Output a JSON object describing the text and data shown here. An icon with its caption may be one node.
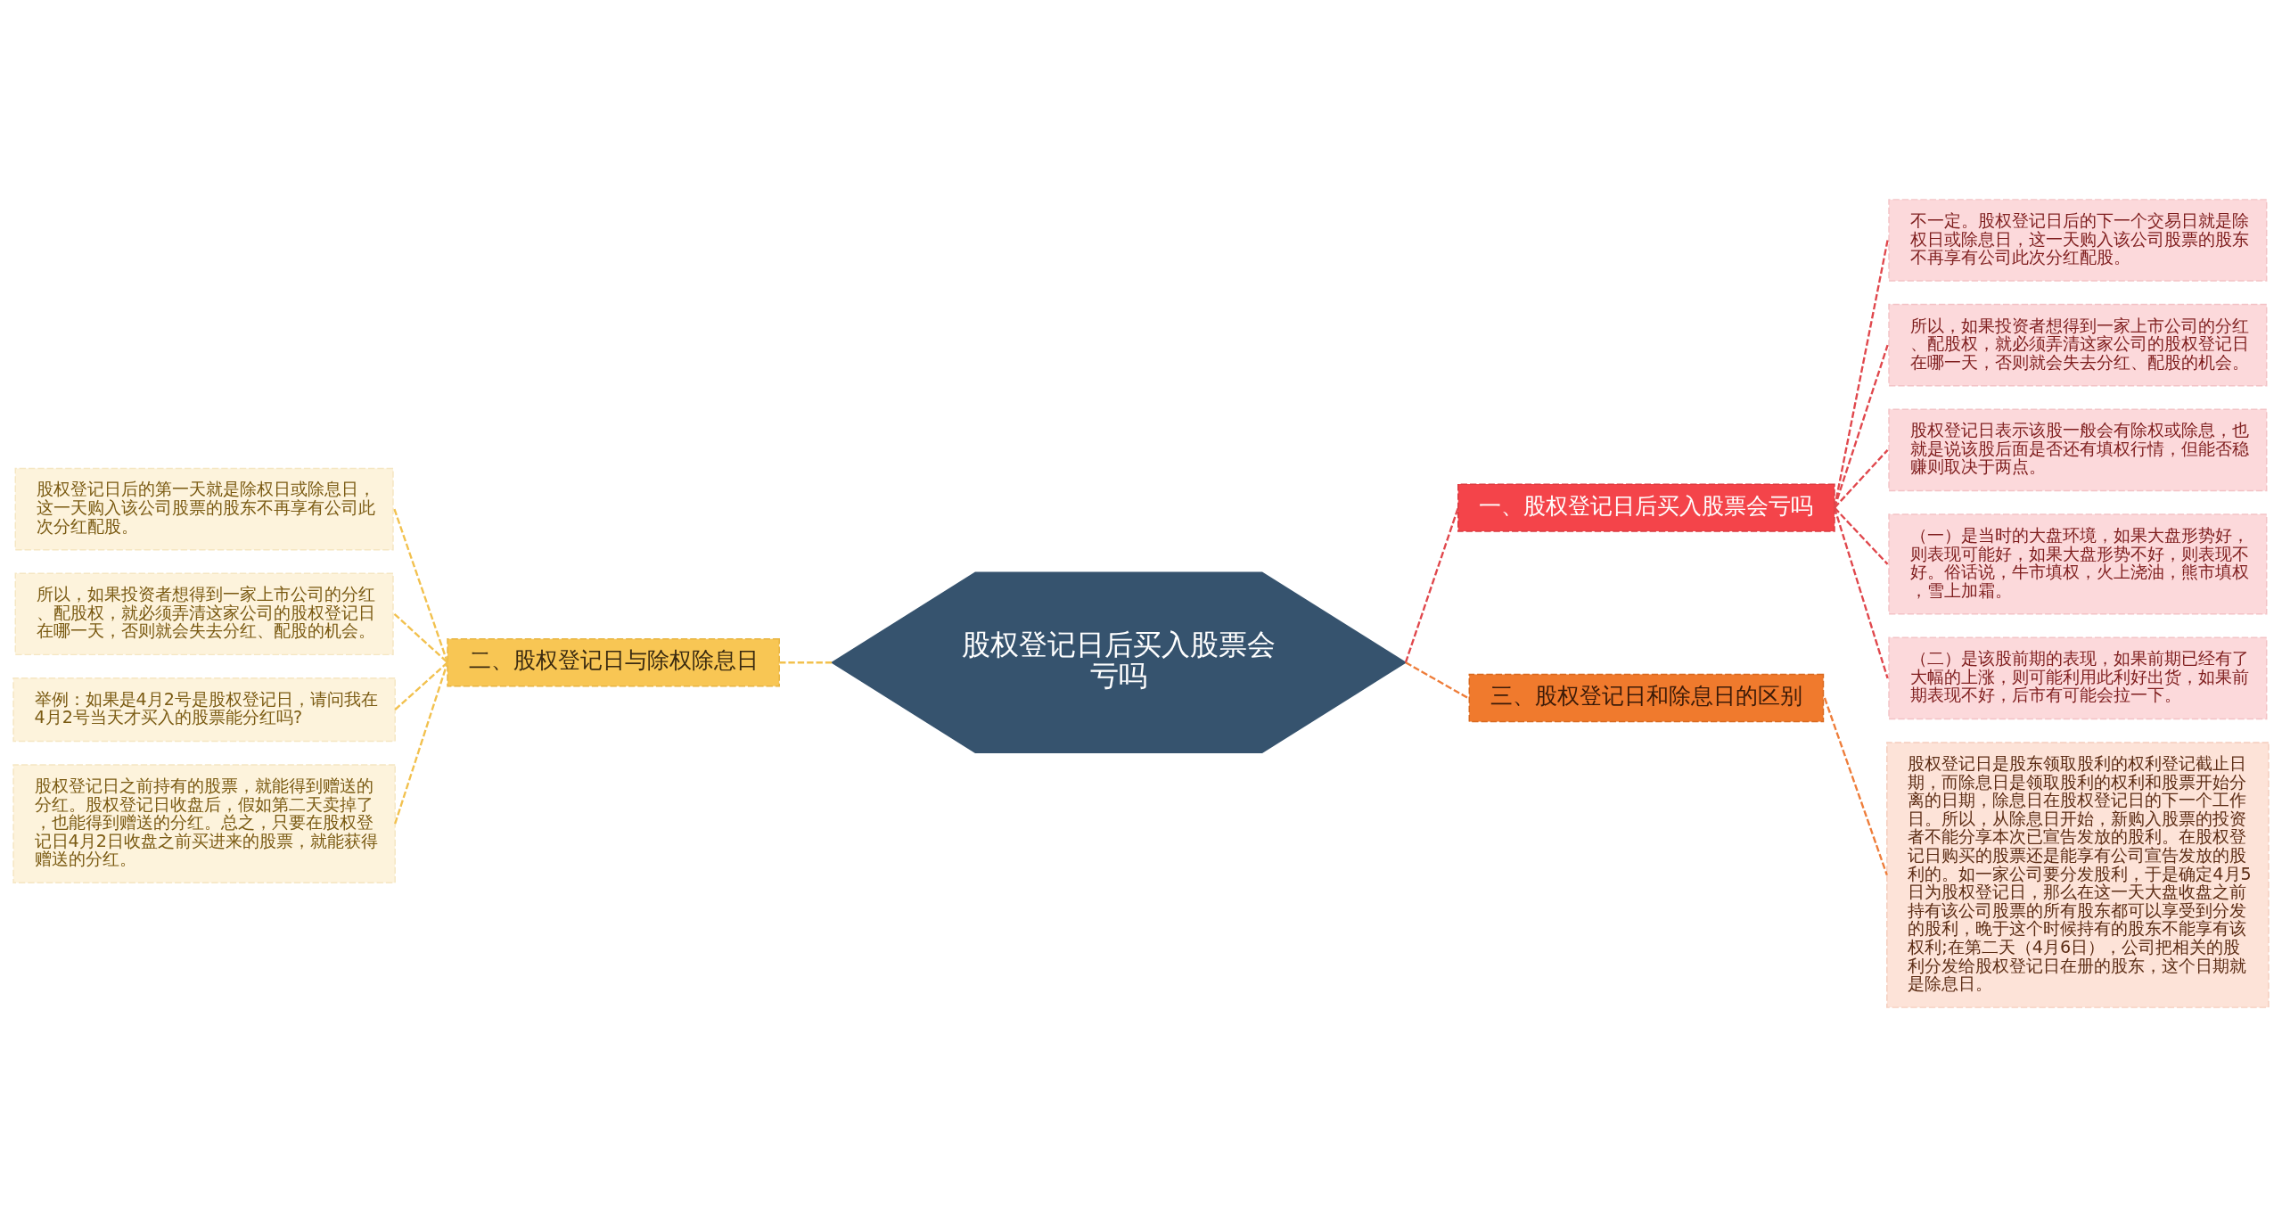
{
  "diagram": {
    "nodes": [
      {
        "text": [
          "股权登记日后买入股票会亏吗"
        ]
      },
      {
        "text": [
          "一、股权登记日后买入股票会亏吗"
        ]
      },
      {
        "text": [
          "不一定。股权登记日后的下一个交易日就是除权日或除息日，这一天购入该公司股票的股东不再享有公司此次分红配股。"
        ]
      },
      {
        "text": [
          "所以，如果投资者想得到一家上市公司的分红、配股权，就必须弄清这家公司的股权登记日在哪一天，否则就会失去分红、配股的机会。"
        ]
      },
      {
        "text": [
          "股权登记日表示该股一般会有除权或除息，也就是说该股后面是否还有填权行情，但能否稳赚则取决于两点。"
        ]
      },
      {
        "text": [
          "（一）是当时的大盘环境，如果大盘形势好，则表现可能好，如果大盘形势不好，则表现不好。俗话说，牛市填权，火上浇油，熊市填权，雪上加霜。"
        ]
      },
      {
        "text": [
          "（二）是该股前期的表现，如果前期已经有了大幅的上涨，则可能利用此利好出货，如果前期表现不好，后市有可能会拉一下。"
        ]
      },
      {
        "text": [
          "二、股权登记日与除权除息日"
        ]
      },
      {
        "text": [
          "股权登记日后的第一天就是除权日或除息日，这一天购入该公司股票的股东不再享有公司此次分红配股。"
        ]
      },
      {
        "text": [
          "所以，如果投资者想得到一家上市公司的分红、配股权，就必须弄清这家公司的股权登记日在哪一天，否则就会失去分红、配股的机会。"
        ]
      },
      {
        "text": [
          "举例：如果是4月2号是股权登记日，请问我在4月2号当天才买入的股票能分红吗?"
        ]
      },
      {
        "text": [
          "股权登记日之前持有的股票，就能得到赠送的分红。股权登记日收盘后，假如第二天卖掉了，也能得到赠送的分红。总之，只要在股权登记日4月2日收盘之前买进来的股票，就能获得赠送的分红。"
        ]
      },
      {
        "text": [
          "三、股权登记日和除息日的区别"
        ]
      },
      {
        "text": [
          "股权登记日是股东领取股利的权利登记截止日期，而除息日是领取股利的权利和股票开始分离的日期，除息日在股权登记日的下一个工作日。所以，从除息日开始，新购入股票的投资者不能分享本次已宣告发放的股利。在股权登记日购买的股票还是能享有公司宣告发放的股利的。如一家公司要分发股利，于是确定4月5日为股权登记日，那么在这一天大盘收盘之前持有该公司股票的所有股东都可以享受到分发的股利，晚于这个时候持有的股东不能享有该权利;在第二天（4月6日），公司把相关的股利分发给股权登记日在册的股东，这个日期就是除息日。"
        ]
      }
    ],
    "edges": [
      {
        "from": 0,
        "to": 1,
        "arrow": "none",
        "style": "dashed"
      },
      {
        "from": 1,
        "to": 2,
        "arrow": "none",
        "style": "dashed"
      },
      {
        "from": 1,
        "to": 3,
        "arrow": "none",
        "style": "dashed"
      },
      {
        "from": 1,
        "to": 4,
        "arrow": "none",
        "style": "dashed"
      },
      {
        "from": 1,
        "to": 5,
        "arrow": "none",
        "style": "dashed"
      },
      {
        "from": 1,
        "to": 6,
        "arrow": "none",
        "style": "dashed"
      },
      {
        "from": 7,
        "to": 0,
        "arrow": "none",
        "style": "dashed",
        "color": "#f2c14e"
      },
      {
        "from": 8,
        "to": 7,
        "arrow": "none",
        "style": "dashed",
        "color": "#f2c14e"
      },
      {
        "from": 9,
        "to": 7,
        "arrow": "none",
        "style": "dashed",
        "color": "#f2c14e"
      },
      {
        "from": 10,
        "to": 7,
        "arrow": "none",
        "style": "dashed",
        "color": "#f2c14e"
      },
      {
        "from": 11,
        "to": 7,
        "arrow": "none",
        "style": "dashed",
        "color": "#f2c14e"
      },
      {
        "from": 0,
        "to": 12,
        "arrow": "none",
        "style": "dashed",
        "color": "#ee7d3a"
      },
      {
        "from": 12,
        "to": 13,
        "arrow": "none",
        "style": "dashed",
        "color": "#ee7d3a"
      }
    ]
  }
}
